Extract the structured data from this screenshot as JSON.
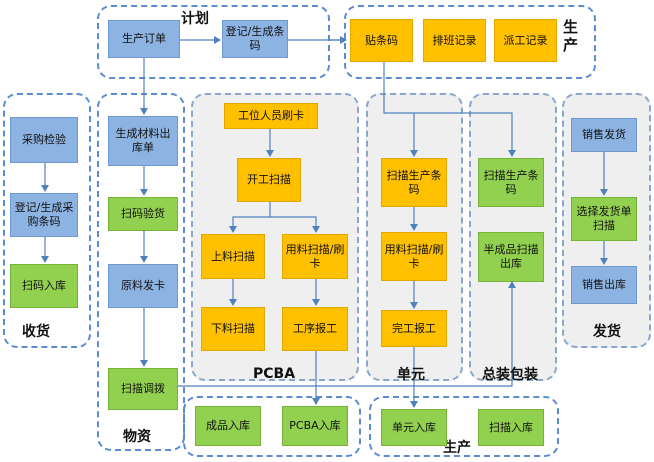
{
  "groups": {
    "plan": "计划",
    "production_top": "生产",
    "receiving": "收货",
    "materials": "物资",
    "pcba": "PCBA",
    "unit": "单元",
    "assembly_pack": "总装包装",
    "shipping": "发货",
    "production_bottom": "生产"
  },
  "nodes": {
    "production_order": "生产订单",
    "register_prod_barcode": "登记/生成条码",
    "paste_barcode": "贴条码",
    "shift_record": "排班记录",
    "dispatch_record": "派工记录",
    "purchase_inspection": "采购检验",
    "register_purchase_barcode": "登记/生成采购条码",
    "scan_inbound": "扫码入库",
    "gen_material_outbound": "生成材料出库单",
    "scan_inspect": "扫码验货",
    "material_issue": "原料发卡",
    "scan_transfer": "扫描调拨",
    "badge_swipe": "工位人员刷卡",
    "start_scan": "开工扫描",
    "loading_scan": "上料扫描",
    "material_scan_swipe_pcba": "用料扫描/刷卡",
    "unloading_scan": "下料扫描",
    "process_report": "工序报工",
    "scan_prod_barcode_unit": "扫描生产条码",
    "material_scan_swipe_unit": "用料扫描/刷卡",
    "completion_report": "完工报工",
    "scan_prod_barcode_asm": "扫描生产条码",
    "semi_scan_outbound": "半成品扫描出库",
    "sales_shipping": "销售发货",
    "select_ship_scan": "选择发货单扫描",
    "sales_outbound": "销售出库",
    "finished_inbound": "成品入库",
    "pcba_inbound": "PCBA入库",
    "unit_inbound": "单元入库",
    "scan_inbound_bottom": "扫描入库"
  },
  "colors": {
    "blue": "#8db3e2",
    "green": "#92d050",
    "orange": "#ffc000",
    "border": "#5b8bd1",
    "group_gray": "#efefef",
    "arrow": "#4f81bd"
  }
}
